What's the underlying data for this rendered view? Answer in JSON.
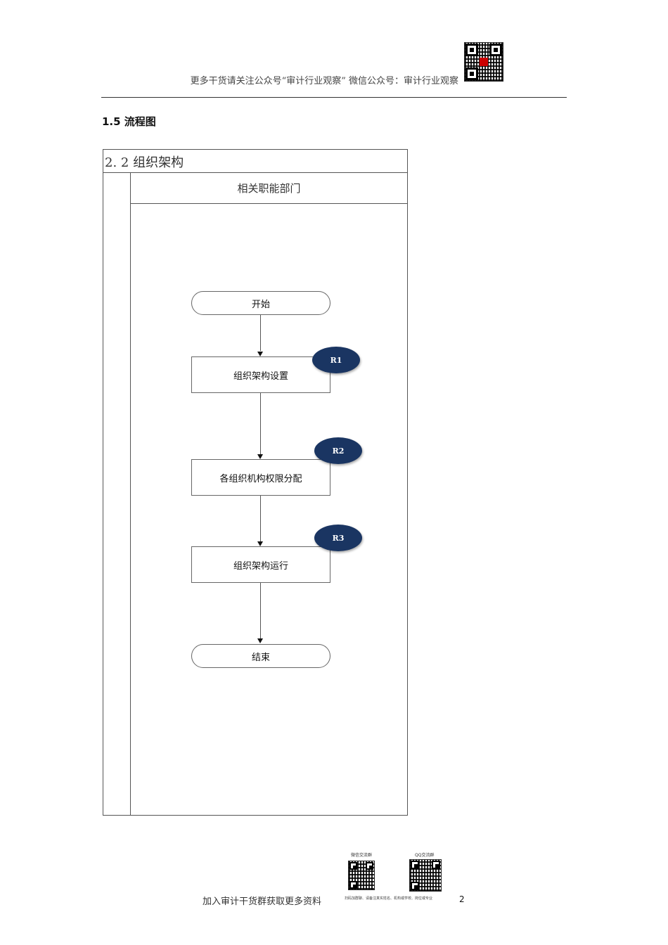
{
  "header": {
    "text": "更多干货请关注公众号“审计行业观察” 微信公众号：审计行业观察",
    "qr_icon": "qr-code-icon"
  },
  "section": {
    "title": "1.5 流程图"
  },
  "flowchart": {
    "frame_title": "2. 2  组织架构",
    "lane_header": "相关职能部门",
    "start": "开始",
    "steps": [
      "组织架构设置",
      "各组织机构权限分配",
      "组织架构运行"
    ],
    "risks": [
      "R1",
      "R2",
      "R3"
    ],
    "end": "结束",
    "risk_color": "#1a3562"
  },
  "footer": {
    "text": "加入审计干货群获取更多资料",
    "wechat_caption": "微信交流群",
    "qq_caption": "QQ交流群",
    "note": "扫码加群聊、请备注真实姓名、机构或学校、岗位或专业",
    "page_number": "2"
  }
}
